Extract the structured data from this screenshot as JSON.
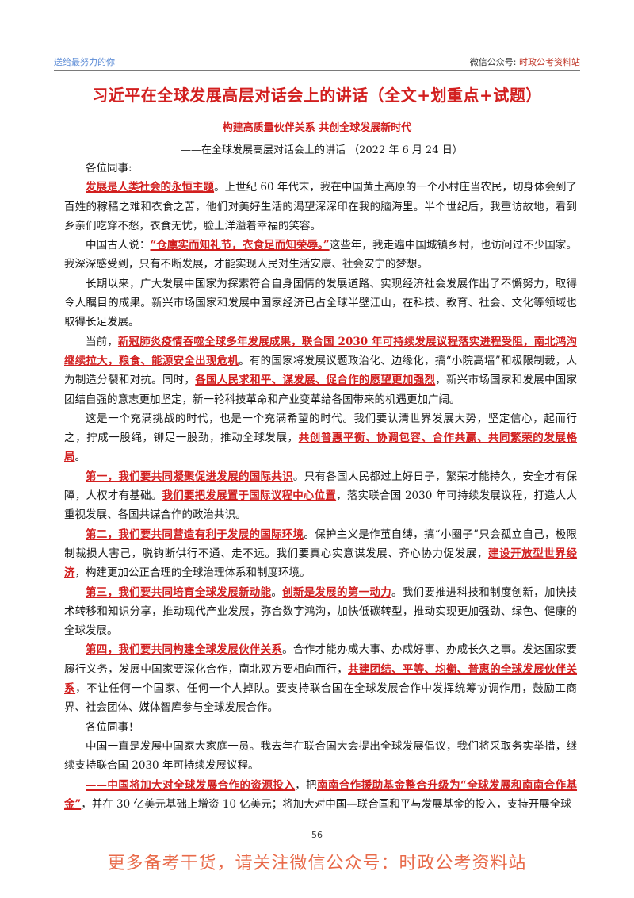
{
  "header": {
    "left_text": "送给最努力的你",
    "right_prefix": "微信公众号: ",
    "right_highlight": "时政公考资料站"
  },
  "page_title": "习近平在全球发展高层对话会上的讲话（全文+划重点+试题）",
  "speech_title": "构建高质量伙伴关系 共创全球发展新时代",
  "speech_subtitle": "——在全球发展高层对话会上的讲话 （2022 年 6 月 24 日）",
  "body": {
    "greeting1": "各位同事:",
    "p1_r1": "发展是人类社会的永恒主题",
    "p1_t1": "。上世纪 60 年代末，我在中国黄土高原的一个小村庄当农民，切身体会到了百姓的稼穑之难和衣食之苦，他们对美好生活的渴望深深印在我的脑海里。半个世纪后，我重访故地，看到乡亲们吃穿不愁，衣食无忧，脸上洋溢着幸福的笑容。",
    "p2_t0": "中国古人说：",
    "p2_r1": "“仓廪实而知礼节，衣食足而知荣辱。”",
    "p2_t1": "这些年，我走遍中国城镇乡村，也访问过不少国家。我深深感受到，只有不断发展，才能实现人民对生活安康、社会安宁的梦想。",
    "p3_t1": "长期以来，广大发展中国家为探索符合自身国情的发展道路、实现经济社会发展作出了不懈努力，取得令人瞩目的成果。新兴市场国家和发展中国家经济已占全球半壁江山，在科技、教育、社会、文化等领域也取得长足发展。",
    "p4_t0": "当前，",
    "p4_r1": "新冠肺炎疫情吞噬全球多年发展成果，联合国 2030 年可持续发展议程落实进程受阻，南北鸿沟继续拉大，粮食、能源安全出现危机",
    "p4_t1": "。有的国家将发展议题政治化、边缘化，搞“小院高墙”和极限制裁，人为制造分裂和对抗。同时，",
    "p4_r2": "各国人民求和平、谋发展、促合作的愿望更加强烈",
    "p4_t2": "，新兴市场国家和发展中国家团结自强的意志更加坚定，新一轮科技革命和产业变革给各国带来的机遇更加广阔。",
    "p5_t1": "这是一个充满挑战的时代，也是一个充满希望的时代。我们要认清世界发展大势，坚定信心，起而行之，拧成一股绳，铆足一股劲，推动全球发展，",
    "p5_r1": "共创普惠平衡、协调包容、合作共赢、共同繁荣的发展格局",
    "p5_t2": "。",
    "p6_r1": "第一，我们要共同凝聚促进发展的国际共识",
    "p6_t1": "。只有各国人民都过上好日子，繁荣才能持久，安全才有保障，人权才有基础。",
    "p6_r2": "我们要把发展置于国际议程中心位置",
    "p6_t2": "，落实联合国 2030 年可持续发展议程，打造人人重视发展、各国共谋合作的政治共识。",
    "p7_r1": "第二，我们要共同营造有利于发展的国际环境",
    "p7_t1": "。保护主义是作茧自缚，搞“小圈子”只会孤立自己，极限制裁损人害己，脱钩断供行不通、走不远。我们要真心实意谋发展、齐心协力促发展，",
    "p7_r2": "建设开放型世界经济",
    "p7_t2": "，构建更加公正合理的全球治理体系和制度环境。",
    "p8_r1": "第三，我们要共同培育全球发展新动能",
    "p8_t1": "。",
    "p8_r2": "创新是发展的第一动力",
    "p8_t2": "。我们要推进科技和制度创新，加快技术转移和知识分享，推动现代产业发展，弥合数字鸿沟，加快低碳转型，推动实现更加强劲、绿色、健康的全球发展。",
    "p9_r1": "第四，我们要共同构建全球发展伙伴关系",
    "p9_t1": "。合作才能办成大事、办成好事、办成长久之事。发达国家要履行义务，发展中国家要深化合作，南北双方要相向而行，",
    "p9_r2": "共建团结、平等、均衡、普惠的全球发展伙伴关系",
    "p9_t2": "，不让任何一个国家、任何一个人掉队。要支持联合国在全球发展合作中发挥统筹协调作用，鼓励工商界、社会团体、媒体智库参与全球发展合作。",
    "greeting2": "各位同事！",
    "p10_t1": "中国一直是发展中国家大家庭一员。我去年在联合国大会提出全球发展倡议，我们将采取务实举措，继续支持联合国 2030 年可持续发展议程。",
    "p11_r1": "——中国将加大对全球发展合作的资源投入",
    "p11_t1": "，把",
    "p11_r2": "南南合作援助基金整合升级为“全球发展和南南合作基金”",
    "p11_t2": "，并在 30 亿美元基础上增资 10 亿美元；将加大对中国—联合国和平与发展基金的投入，支持开展全球"
  },
  "page_number": "56",
  "footer_banner": "更多备考干货，请关注微信公众号：时政公考资料站"
}
